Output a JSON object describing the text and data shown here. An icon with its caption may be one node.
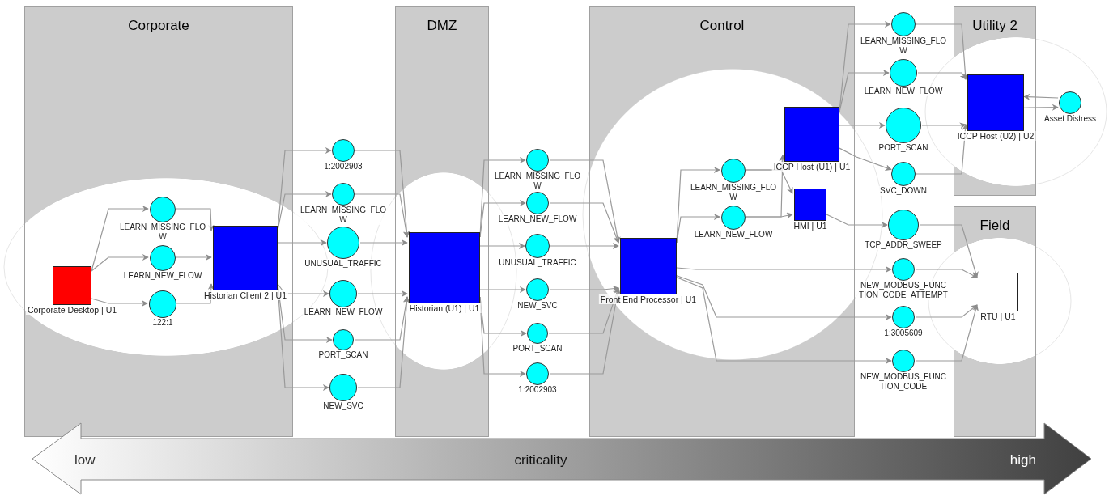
{
  "diagram": {
    "nodes": [
      {
        "text": [
          "Corporate"
        ]
      },
      {
        "text": [
          "DMZ"
        ]
      },
      {
        "text": [
          "Control"
        ]
      },
      {
        "text": [
          "Utility 2"
        ]
      },
      {
        "text": [
          "Field"
        ]
      },
      {
        "text": [
          "Corporate Desktop | U1"
        ],
        "in": 0
      },
      {
        "text": [
          "LEARN_MISSING_FLOW"
        ],
        "in": 0
      },
      {
        "text": [
          "LEARN_NEW_FLOW"
        ],
        "in": 0
      },
      {
        "text": [
          "122:1"
        ],
        "in": 0
      },
      {
        "text": [
          "Historian Client 2 | U1"
        ],
        "in": 0
      },
      {
        "text": [
          "1:2002903"
        ]
      },
      {
        "text": [
          "LEARN_MISSING_FLOW"
        ]
      },
      {
        "text": [
          "UNUSUAL_TRAFFIC"
        ]
      },
      {
        "text": [
          "LEARN_NEW_FLOW"
        ]
      },
      {
        "text": [
          "PORT_SCAN"
        ]
      },
      {
        "text": [
          "NEW_SVC"
        ]
      },
      {
        "text": [
          "Historian (U1) | U1"
        ],
        "in": 1
      },
      {
        "text": [
          "LEARN_MISSING_FLOW"
        ]
      },
      {
        "text": [
          "LEARN_NEW_FLOW"
        ]
      },
      {
        "text": [
          "UNUSUAL_TRAFFIC"
        ]
      },
      {
        "text": [
          "NEW_SVC"
        ]
      },
      {
        "text": [
          "PORT_SCAN"
        ]
      },
      {
        "text": [
          "1:2002903"
        ]
      },
      {
        "text": [
          "Front End Processor | U1"
        ],
        "in": 2
      },
      {
        "text": [
          "LEARN_MISSING_FLOW"
        ],
        "in": 2
      },
      {
        "text": [
          "LEARN_NEW_FLOW"
        ],
        "in": 2
      },
      {
        "text": [
          "ICCP Host (U1) | U1"
        ],
        "in": 2
      },
      {
        "text": [
          "HMI | U1"
        ],
        "in": 2
      },
      {
        "text": [
          "LEARN_MISSING_FLOW"
        ]
      },
      {
        "text": [
          "LEARN_NEW_FLOW"
        ]
      },
      {
        "text": [
          "PORT_SCAN"
        ]
      },
      {
        "text": [
          "SVC_DOWN"
        ]
      },
      {
        "text": [
          "TCP_ADDR_SWEEP"
        ]
      },
      {
        "text": [
          "NEW_MODBUS_FUNCTION_CODE_ATTEMPT"
        ]
      },
      {
        "text": [
          "1:3005609"
        ]
      },
      {
        "text": [
          "NEW_MODBUS_FUNCTION_CODE"
        ]
      },
      {
        "text": [
          "ICCP Host (U2) | U2"
        ],
        "in": 3
      },
      {
        "text": [
          "Asset Distress"
        ]
      },
      {
        "text": [
          "RTU | U1"
        ],
        "in": 4
      }
    ],
    "edges": [
      {
        "from": 5,
        "to": 6,
        "arrow": "to"
      },
      {
        "from": 5,
        "to": 7,
        "arrow": "to"
      },
      {
        "from": 5,
        "to": 8,
        "arrow": "to"
      },
      {
        "from": 6,
        "to": 9,
        "arrow": "to"
      },
      {
        "from": 7,
        "to": 9,
        "arrow": "to"
      },
      {
        "from": 8,
        "to": 9,
        "arrow": "to"
      },
      {
        "from": 9,
        "to": 10,
        "arrow": "to"
      },
      {
        "from": 9,
        "to": 11,
        "arrow": "to"
      },
      {
        "from": 9,
        "to": 12,
        "arrow": "to"
      },
      {
        "from": 9,
        "to": 13,
        "arrow": "to"
      },
      {
        "from": 9,
        "to": 14,
        "arrow": "to"
      },
      {
        "from": 9,
        "to": 15,
        "arrow": "to"
      },
      {
        "from": 10,
        "to": 16,
        "arrow": "to"
      },
      {
        "from": 11,
        "to": 16,
        "arrow": "to"
      },
      {
        "from": 12,
        "to": 16,
        "arrow": "to"
      },
      {
        "from": 13,
        "to": 16,
        "arrow": "to"
      },
      {
        "from": 14,
        "to": 16,
        "arrow": "to"
      },
      {
        "from": 15,
        "to": 16,
        "arrow": "to"
      },
      {
        "from": 16,
        "to": 17,
        "arrow": "to"
      },
      {
        "from": 16,
        "to": 18,
        "arrow": "to"
      },
      {
        "from": 16,
        "to": 19,
        "arrow": "to"
      },
      {
        "from": 16,
        "to": 20,
        "arrow": "to"
      },
      {
        "from": 16,
        "to": 21,
        "arrow": "to"
      },
      {
        "from": 16,
        "to": 22,
        "arrow": "to"
      },
      {
        "from": 17,
        "to": 23,
        "arrow": "to"
      },
      {
        "from": 18,
        "to": 23,
        "arrow": "to"
      },
      {
        "from": 19,
        "to": 23,
        "arrow": "to"
      },
      {
        "from": 20,
        "to": 23,
        "arrow": "to"
      },
      {
        "from": 21,
        "to": 23,
        "arrow": "to"
      },
      {
        "from": 22,
        "to": 23,
        "arrow": "to"
      },
      {
        "from": 23,
        "to": 24,
        "arrow": "to"
      },
      {
        "from": 23,
        "to": 25,
        "arrow": "to"
      },
      {
        "from": 24,
        "to": 26,
        "arrow": "to"
      },
      {
        "from": 24,
        "to": 27,
        "arrow": "to"
      },
      {
        "from": 25,
        "to": 26,
        "arrow": "to"
      },
      {
        "from": 25,
        "to": 27,
        "arrow": "to"
      },
      {
        "from": 26,
        "to": 28,
        "arrow": "to"
      },
      {
        "from": 26,
        "to": 29,
        "arrow": "to"
      },
      {
        "from": 26,
        "to": 30,
        "arrow": "to"
      },
      {
        "from": 26,
        "to": 31,
        "arrow": "to"
      },
      {
        "from": 28,
        "to": 36,
        "arrow": "to"
      },
      {
        "from": 29,
        "to": 36,
        "arrow": "to"
      },
      {
        "from": 30,
        "to": 36,
        "arrow": "to"
      },
      {
        "from": 31,
        "to": 36,
        "arrow": "to"
      },
      {
        "from": 36,
        "to": 37,
        "arrow": "to"
      },
      {
        "from": 37,
        "to": 36,
        "arrow": "to"
      },
      {
        "from": 27,
        "to": 32,
        "arrow": "to"
      },
      {
        "from": 23,
        "to": 33,
        "arrow": "to"
      },
      {
        "from": 23,
        "to": 34,
        "arrow": "to"
      },
      {
        "from": 23,
        "to": 35,
        "arrow": "to"
      },
      {
        "from": 32,
        "to": 38,
        "arrow": "to"
      },
      {
        "from": 33,
        "to": 38,
        "arrow": "to"
      },
      {
        "from": 34,
        "to": 38,
        "arrow": "to"
      },
      {
        "from": 35,
        "to": 38,
        "arrow": "to"
      }
    ],
    "labels": [
      "low",
      "criticality",
      "high"
    ]
  }
}
